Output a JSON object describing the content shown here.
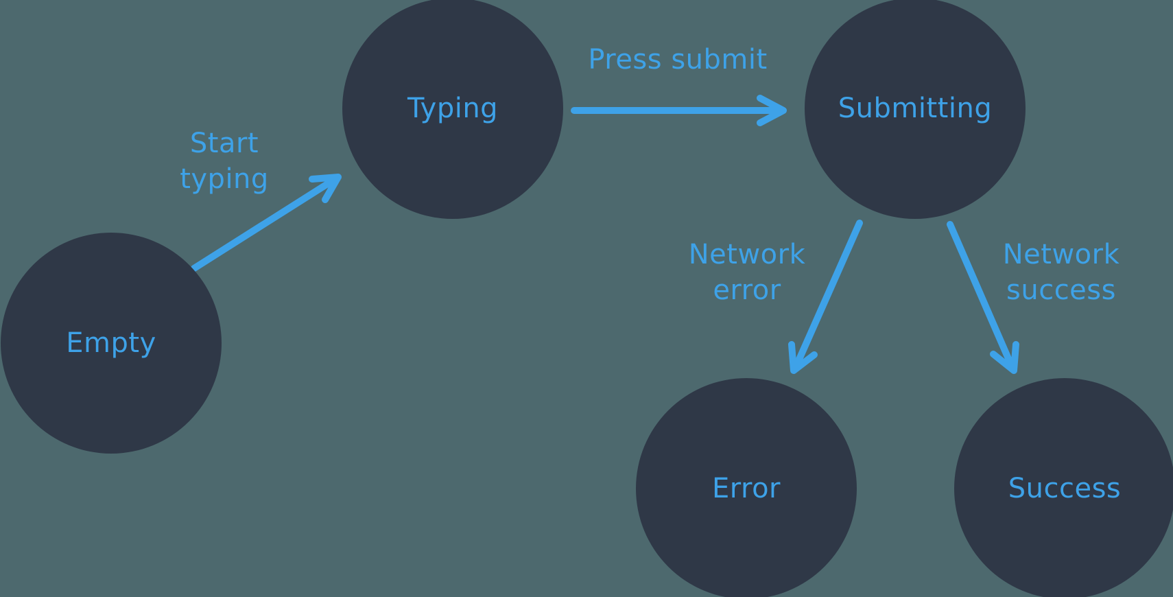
{
  "diagram": {
    "type": "state-machine",
    "colors": {
      "background": "#4d696e",
      "node_fill": "#2f3847",
      "accent_blue": "#3ea2e8"
    },
    "nodes": [
      {
        "id": "empty",
        "label": "Empty"
      },
      {
        "id": "typing",
        "label": "Typing"
      },
      {
        "id": "submitting",
        "label": "Submitting"
      },
      {
        "id": "error",
        "label": "Error"
      },
      {
        "id": "success",
        "label": "Success"
      }
    ],
    "edges": [
      {
        "from": "empty",
        "to": "typing",
        "label": "Start typing",
        "label_lines": [
          "Start",
          "typing"
        ]
      },
      {
        "from": "typing",
        "to": "submitting",
        "label": "Press submit",
        "label_lines": [
          "Press submit"
        ]
      },
      {
        "from": "submitting",
        "to": "error",
        "label": "Network error",
        "label_lines": [
          "Network",
          "error"
        ]
      },
      {
        "from": "submitting",
        "to": "success",
        "label": "Network success",
        "label_lines": [
          "Network",
          "success"
        ]
      }
    ]
  }
}
